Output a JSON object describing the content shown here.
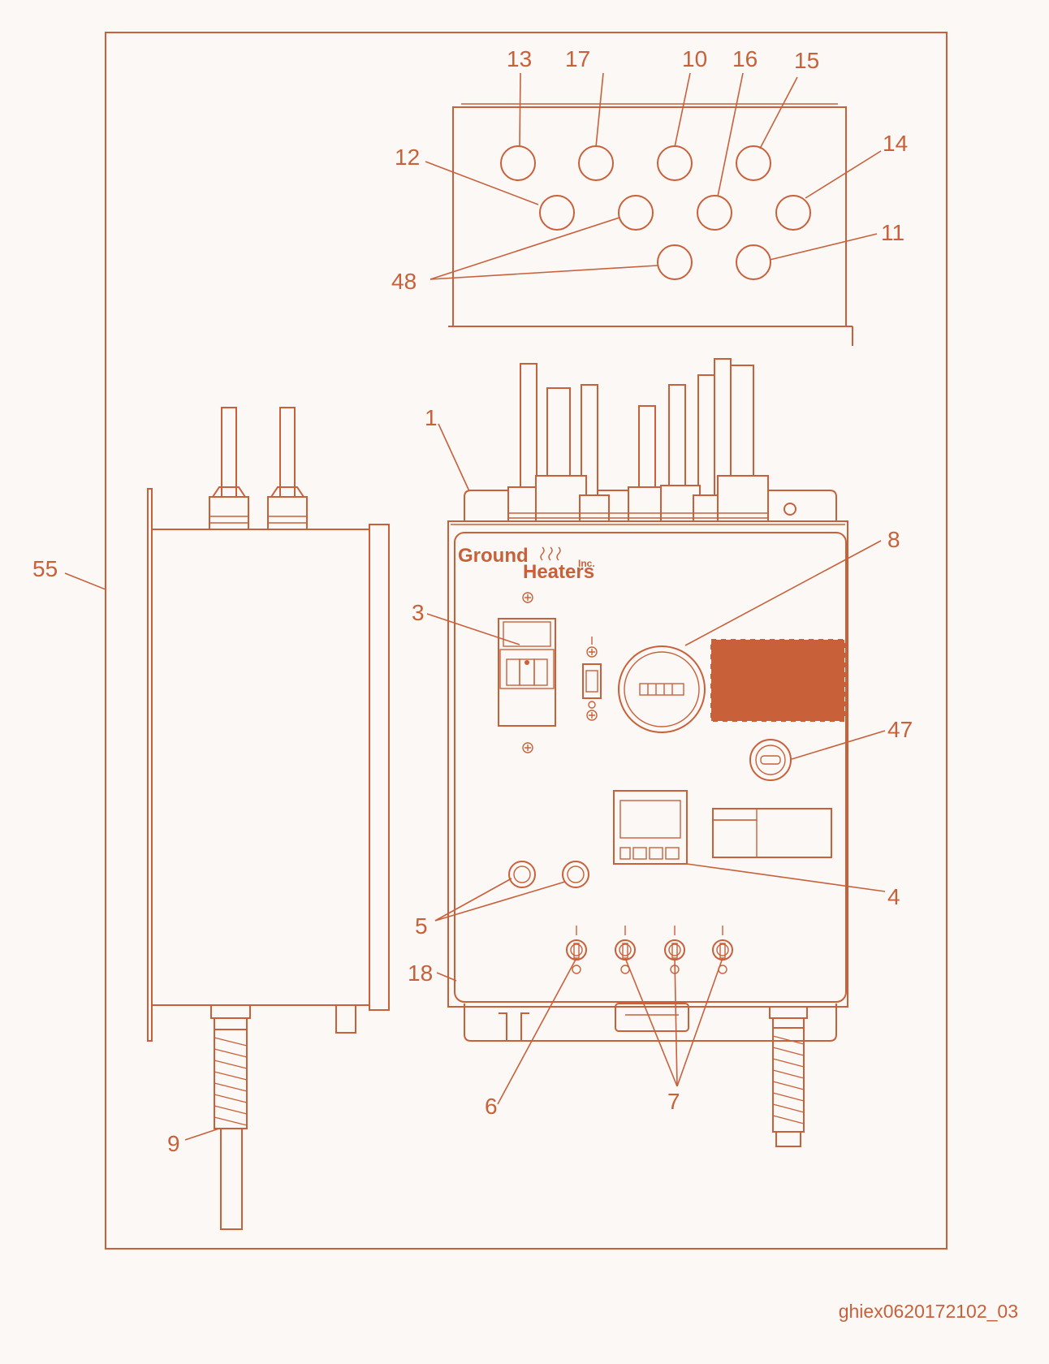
{
  "colors": {
    "line": "#c8613a",
    "background": "#fbf8f6",
    "panel_label": "#c8613a"
  },
  "panel": {
    "brand_line1": "Ground",
    "brand_line2": "Heaters",
    "brand_suffix": "Inc."
  },
  "callouts": {
    "c1": "1",
    "c3": "3",
    "c4": "4",
    "c5": "5",
    "c6": "6",
    "c7": "7",
    "c8": "8",
    "c9": "9",
    "c10": "10",
    "c11": "11",
    "c12": "12",
    "c13": "13",
    "c14": "14",
    "c15": "15",
    "c16": "16",
    "c17": "17",
    "c18": "18",
    "c47": "47",
    "c48": "48",
    "c55": "55"
  },
  "footer": {
    "code": "ghiex0620172102_03"
  }
}
